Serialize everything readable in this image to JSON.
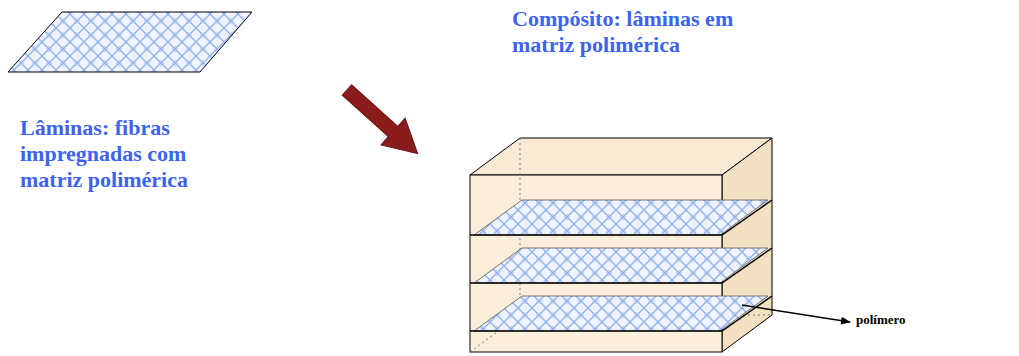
{
  "diagram": {
    "labels": [
      "Lâminas: fibras impregnadas com matriz polimérica",
      "Compósito: lâminas em matriz polimérica",
      "polímero"
    ]
  }
}
